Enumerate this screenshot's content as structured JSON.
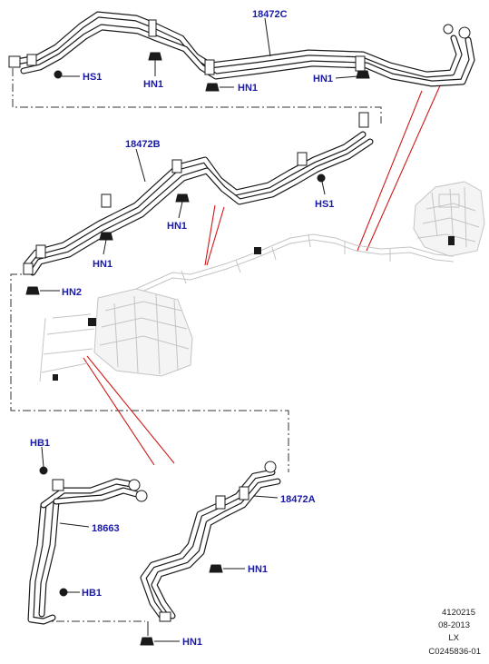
{
  "labels": {
    "part_18472c": "18472C",
    "part_18472b": "18472B",
    "part_18472a": "18472A",
    "part_18663": "18663",
    "hs1": "HS1",
    "hn1": "HN1",
    "hn2": "HN2",
    "hb1": "HB1"
  },
  "footer": {
    "line1": "4120215",
    "line2": "08-2013",
    "line3": "LX",
    "line4": "C0245836-01"
  },
  "colors": {
    "label_blue": "#1a1aa6",
    "callout_red": "#d01818",
    "line_black": "#1a1a1a",
    "ghost_gray": "#c4c4c4"
  }
}
